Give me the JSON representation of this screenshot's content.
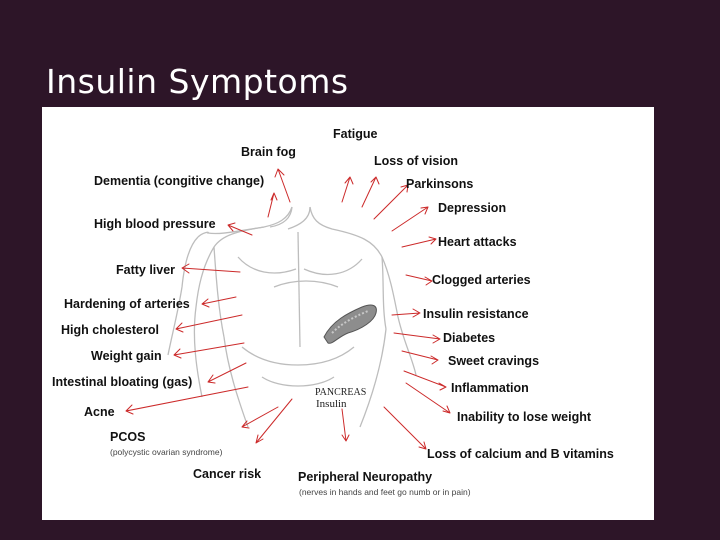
{
  "slide": {
    "title": "Insulin Symptoms"
  },
  "diagram": {
    "center_label_1": "PANCREAS",
    "center_label_2": "Insulin",
    "arrow_color": "#cc2a2a",
    "left_labels": [
      "Brain fog",
      "Dementia (congitive change)",
      "High blood pressure",
      "Fatty liver",
      "Hardening of arteries",
      "High cholesterol",
      "Weight gain",
      "Intestinal bloating (gas)",
      "Acne",
      "PCOS",
      "Cancer risk"
    ],
    "right_labels": [
      "Fatigue",
      "Loss of vision",
      "Parkinsons",
      "Depression",
      "Heart attacks",
      "Clogged arteries",
      "Insulin resistance",
      "Diabetes",
      "Sweet cravings",
      "Inflammation",
      "Inability to lose weight",
      "Loss of calcium and B vitamins",
      "Peripheral Neuropathy"
    ],
    "notes": {
      "pcos": "(polycystic ovarian syndrome)",
      "neuropathy": "(nerves in hands and feet go numb or in pain)"
    }
  }
}
